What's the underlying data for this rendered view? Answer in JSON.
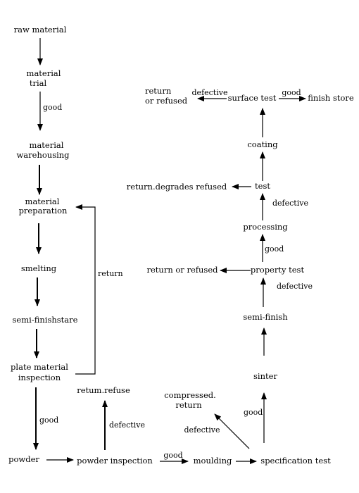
{
  "nodes": {
    "raw_material": "raw material",
    "material_trial_1": "material",
    "material_trial_2": "trial",
    "material_warehousing_1": "material",
    "material_warehousing_2": "warehousing",
    "material_preparation_1": "material",
    "material_preparation_2": "preparation",
    "smelting": "smelting",
    "semi_finishstare": "semi-finishstare",
    "plate_inspection_1": "plate material",
    "plate_inspection_2": "inspection",
    "powder": "powder",
    "powder_inspection": "powder inspection",
    "return_refuse_bottom": "retum.refuse",
    "moulding": "moulding",
    "specification_test": "specification test",
    "compressed_return_1": "compressed.",
    "compressed_return_2": "return",
    "sinter": "sinter",
    "semi_finish": "semi-finish",
    "property_test": "property test",
    "return_or_refused_mid": "return or refused",
    "processing": "processing",
    "test": "test",
    "return_degrades_refused": "return.degrades refused",
    "coating": "coating",
    "surface_test": "surface test",
    "finish_store": "finish store",
    "return_refused_top_1": "return",
    "return_refused_top_2": "or refused"
  },
  "edge_labels": {
    "good_trial": "good",
    "return_loop": "return",
    "good_plate": "good",
    "defective_powder_insp": "defective",
    "good_moulding": "good",
    "good_sinter": "good",
    "defective_compressed": "defective",
    "defective_semi": "defective",
    "good_processing": "good",
    "defective_test": "defective",
    "defective_surface": "defective",
    "good_surface": "good"
  }
}
